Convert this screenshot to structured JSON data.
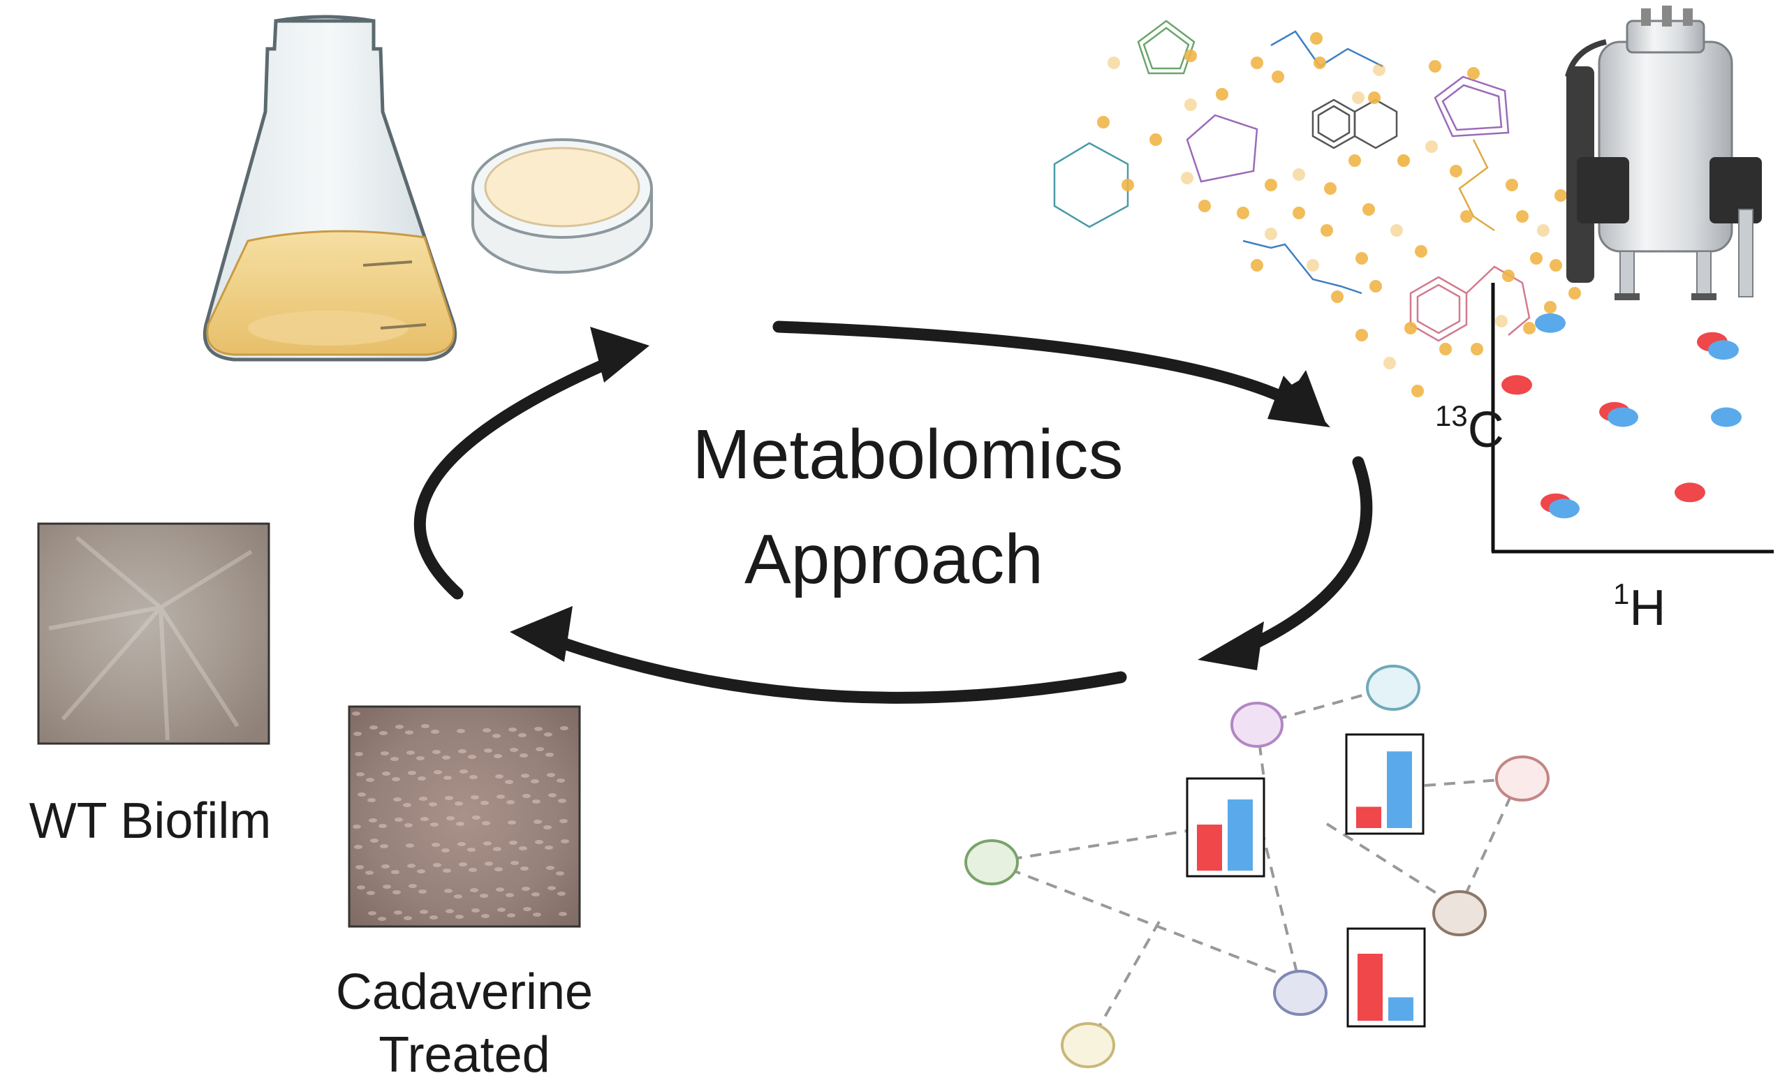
{
  "title": {
    "line1": "Metabolomics",
    "line2": "Approach"
  },
  "biofilm": {
    "wt_label": "WT Biofilm",
    "treated_label_line1": "Cadaverine",
    "treated_label_line2": "Treated"
  },
  "nmr": {
    "y_axis_mass": "13",
    "y_axis_element": "C",
    "x_axis_mass": "1",
    "x_axis_element": "H"
  },
  "colors": {
    "arrow": "#1c1c1c",
    "dot_red": "#f0474a",
    "dot_blue": "#5aaaeb",
    "bar_red": "#f0474a",
    "bar_blue": "#5aaaeb",
    "metabolite_dot": "#f0b547",
    "broth": "#f3d38e",
    "agar": "#fbeccd"
  },
  "nmr_peaks": [
    {
      "h": 0.2,
      "c": 0.85,
      "type": "blue"
    },
    {
      "h": 0.78,
      "c": 0.78,
      "type": "red"
    },
    {
      "h": 0.82,
      "c": 0.75,
      "type": "blue"
    },
    {
      "h": 0.08,
      "c": 0.62,
      "type": "red"
    },
    {
      "h": 0.43,
      "c": 0.52,
      "type": "red"
    },
    {
      "h": 0.46,
      "c": 0.5,
      "type": "blue"
    },
    {
      "h": 0.83,
      "c": 0.5,
      "type": "blue"
    },
    {
      "h": 0.22,
      "c": 0.18,
      "type": "red"
    },
    {
      "h": 0.25,
      "c": 0.16,
      "type": "blue"
    },
    {
      "h": 0.7,
      "c": 0.22,
      "type": "red"
    }
  ],
  "bar_charts": [
    {
      "red": 0.55,
      "blue": 0.85
    },
    {
      "red": 0.25,
      "blue": 0.9
    },
    {
      "red": 0.8,
      "blue": 0.28
    }
  ]
}
